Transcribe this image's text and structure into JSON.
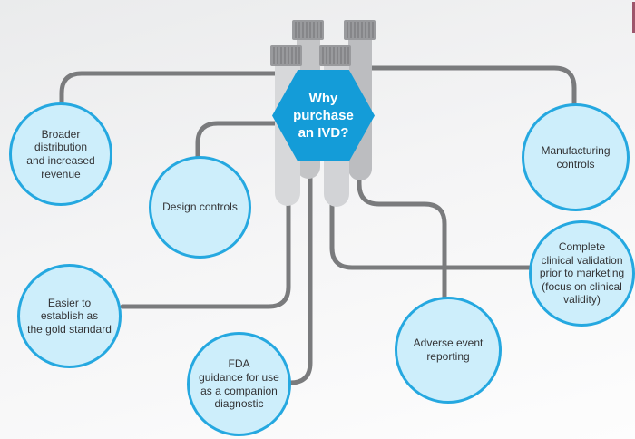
{
  "hexagon": {
    "label": "Why purchase an IVD?",
    "lines": [
      "Why",
      "purchase",
      "an IVD?"
    ]
  },
  "nodes": {
    "broader": {
      "label": "Broader distribution and increased revenue",
      "lines": [
        "Broader",
        "distribution",
        "and increased",
        "revenue"
      ]
    },
    "design": {
      "label": "Design controls",
      "lines": [
        "Design controls"
      ]
    },
    "easier": {
      "label": "Easier to establish as the gold standard",
      "lines": [
        "Easier to",
        "establish as",
        "the gold standard"
      ]
    },
    "fda": {
      "label": "FDA guidance for use as a companion diagnostic",
      "lines": [
        "FDA",
        "guidance for use",
        "as a companion",
        "diagnostic"
      ]
    },
    "adverse": {
      "label": "Adverse event reporting",
      "lines": [
        "Adverse event",
        "reporting"
      ]
    },
    "complete": {
      "label": "Complete clinical validation prior to marketing (focus on clinical validity)",
      "lines": [
        "Complete",
        "clinical validation",
        "prior to marketing",
        "(focus on clinical",
        "validity)"
      ]
    },
    "manufacturing": {
      "label": "Manufacturing controls",
      "lines": [
        "Manufacturing",
        "controls"
      ]
    }
  },
  "colors": {
    "hexagon_blue": "#149cd8",
    "circle_fill": "#cdeefb",
    "circle_border": "#25a8e0",
    "connector_gray": "#7a7b7d",
    "tube_cap": "#999a9d",
    "tube_cap_rib": "#7d7e81",
    "tube_body_front": "#d7d8da",
    "tube_body_back": "#c4c5c7",
    "text_dark": "#333335",
    "hexagon_text": "#ffffff",
    "edge_mark": "#8f3b53"
  }
}
